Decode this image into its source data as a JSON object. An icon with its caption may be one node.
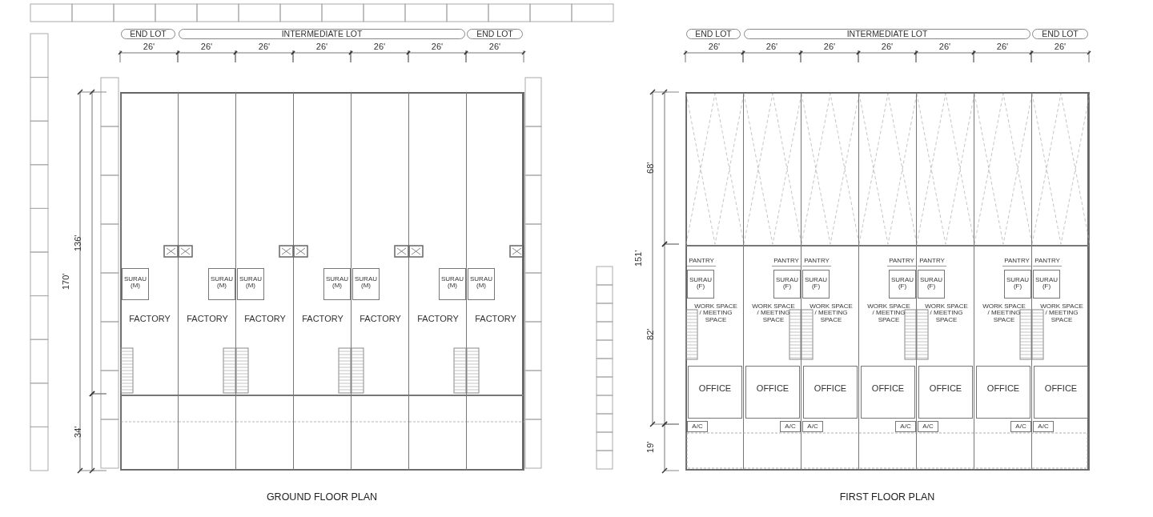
{
  "diagram": {
    "nodes": [
      {
        "text": [
          "GROUND FLOOR PLAN"
        ]
      },
      {
        "text": [
          "FACTORY"
        ],
        "in": 0
      },
      {
        "text": [
          "FACTORY"
        ],
        "in": 0
      },
      {
        "text": [
          "FACTORY"
        ],
        "in": 0
      },
      {
        "text": [
          "FACTORY"
        ],
        "in": 0
      },
      {
        "text": [
          "FACTORY"
        ],
        "in": 0
      },
      {
        "text": [
          "FACTORY"
        ],
        "in": 0
      },
      {
        "text": [
          "FACTORY"
        ],
        "in": 0
      },
      {
        "text": [
          "SURAU (M)"
        ],
        "in": 1
      },
      {
        "text": [
          "SURAU (M)"
        ],
        "in": 2
      },
      {
        "text": [
          "SURAU (M)"
        ],
        "in": 3
      },
      {
        "text": [
          "SURAU (M)"
        ],
        "in": 4
      },
      {
        "text": [
          "SURAU (M)"
        ],
        "in": 5
      },
      {
        "text": [
          "SURAU (M)"
        ],
        "in": 6
      },
      {
        "text": [
          "SURAU (M)"
        ],
        "in": 7
      },
      {
        "text": [
          "FIRST FLOOR PLAN"
        ]
      },
      {
        "text": [
          "WORK SPACE / MEETING SPACE"
        ],
        "in": 15
      },
      {
        "text": [
          "WORK SPACE / MEETING SPACE"
        ],
        "in": 15
      },
      {
        "text": [
          "WORK SPACE / MEETING SPACE"
        ],
        "in": 15
      },
      {
        "text": [
          "WORK SPACE / MEETING SPACE"
        ],
        "in": 15
      },
      {
        "text": [
          "WORK SPACE / MEETING SPACE"
        ],
        "in": 15
      },
      {
        "text": [
          "WORK SPACE / MEETING SPACE"
        ],
        "in": 15
      },
      {
        "text": [
          "WORK SPACE / MEETING SPACE"
        ],
        "in": 15
      },
      {
        "text": [
          "OFFICE"
        ],
        "in": 16
      },
      {
        "text": [
          "OFFICE"
        ],
        "in": 17
      },
      {
        "text": [
          "OFFICE"
        ],
        "in": 18
      },
      {
        "text": [
          "OFFICE"
        ],
        "in": 19
      },
      {
        "text": [
          "OFFICE"
        ],
        "in": 20
      },
      {
        "text": [
          "OFFICE"
        ],
        "in": 21
      },
      {
        "text": [
          "OFFICE"
        ],
        "in": 22
      },
      {
        "text": [
          "PANTRY"
        ],
        "in": 16
      },
      {
        "text": [
          "PANTRY"
        ],
        "in": 17
      },
      {
        "text": [
          "PANTRY"
        ],
        "in": 18
      },
      {
        "text": [
          "PANTRY"
        ],
        "in": 19
      },
      {
        "text": [
          "PANTRY"
        ],
        "in": 20
      },
      {
        "text": [
          "PANTRY"
        ],
        "in": 21
      },
      {
        "text": [
          "PANTRY"
        ],
        "in": 22
      },
      {
        "text": [
          "SURAU (F)"
        ],
        "in": 16
      },
      {
        "text": [
          "SURAU (F)"
        ],
        "in": 17
      },
      {
        "text": [
          "SURAU (F)"
        ],
        "in": 18
      },
      {
        "text": [
          "SURAU (F)"
        ],
        "in": 19
      },
      {
        "text": [
          "SURAU (F)"
        ],
        "in": 20
      },
      {
        "text": [
          "SURAU (F)"
        ],
        "in": 21
      },
      {
        "text": [
          "SURAU (F)"
        ],
        "in": 22
      },
      {
        "text": [
          "A/C"
        ],
        "in": 16
      },
      {
        "text": [
          "A/C"
        ],
        "in": 17
      },
      {
        "text": [
          "A/C"
        ],
        "in": 18
      },
      {
        "text": [
          "A/C"
        ],
        "in": 19
      },
      {
        "text": [
          "A/C"
        ],
        "in": 20
      },
      {
        "text": [
          "A/C"
        ],
        "in": 21
      },
      {
        "text": [
          "A/C"
        ],
        "in": 22
      }
    ],
    "labels": [
      "END LOT",
      "INTERMEDIATE LOT",
      "END LOT",
      "26'",
      "26'",
      "26'",
      "26'",
      "26'",
      "26'",
      "26'",
      "170'",
      "136'",
      "34'",
      "END LOT",
      "INTERMEDIATE LOT",
      "END LOT",
      "26'",
      "26'",
      "26'",
      "26'",
      "26'",
      "26'",
      "26'",
      "68'",
      "151'",
      "82'",
      "19'"
    ]
  }
}
